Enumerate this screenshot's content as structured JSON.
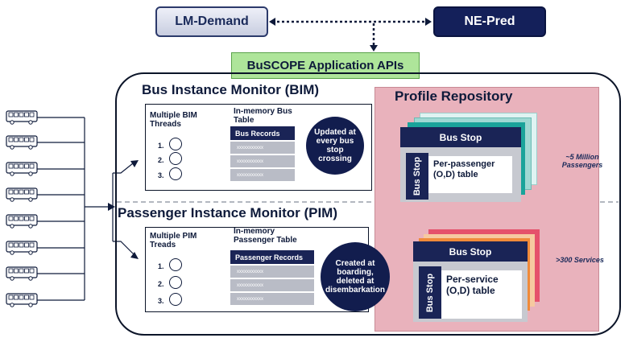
{
  "top": {
    "lm_demand": "LM-Demand",
    "ne_pred": "NE-Pred",
    "api": "BuSCOPE  Application APIs"
  },
  "bim": {
    "title": "Bus Instance Monitor (BIM)",
    "threads_label": "Multiple BIM Threads",
    "table_label": "In-memory Bus Table",
    "records_header": "Bus Records",
    "rows": [
      "xxxxxxxxxxx",
      "xxxxxxxxxxx",
      "xxxxxxxxxxx"
    ],
    "thread_numbers": [
      "1.",
      "2.",
      "3."
    ],
    "bubble": "Updated at every bus stop crossing"
  },
  "pim": {
    "title": "Passenger Instance Monitor (PIM)",
    "threads_label": "Multiple PIM Treads",
    "table_label": "In-memory Passenger Table",
    "records_header": "Passenger Records",
    "rows": [
      "xxxxxxxxxxx",
      "xxxxxxxxxxx",
      "xxxxxxxxxxx"
    ],
    "thread_numbers": [
      "1.",
      "2.",
      "3."
    ],
    "bubble": "Created at boarding, deleted at disembarkation"
  },
  "profile": {
    "title": "Profile Repository",
    "bus_stop_top": "Bus Stop",
    "bus_stop_side_top": "Bus Stop",
    "table_top": "Per-passenger (O,D) table",
    "brace_top": "~5 Million Passengers",
    "bus_stop_bottom": "Bus Stop",
    "bus_stop_side_bottom": "Bus Stop",
    "table_bottom": "Per-service (O,D) table",
    "brace_bottom": ">300 Services"
  },
  "colors": {
    "navy": "#14205a",
    "api_green": "#aee59a",
    "profile_pink": "#e9b2bc",
    "teal_stack": "#1aa39a",
    "orange_stack": "#f08a3a"
  }
}
